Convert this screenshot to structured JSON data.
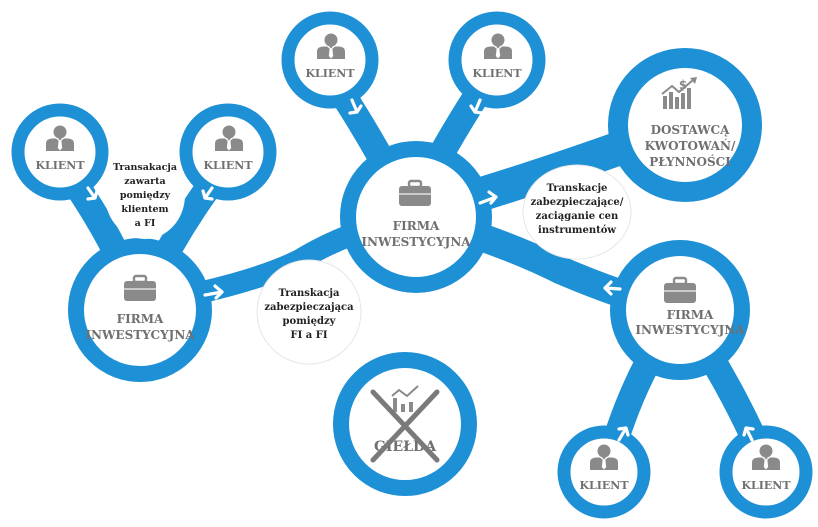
{
  "colors": {
    "accent": "#1e90d6",
    "icon_gray": "#8a8a8a",
    "label_gray": "#707070",
    "note_text": "#222222",
    "cross_gray": "#7a7a7a"
  },
  "nodes": {
    "client_label": "KLIENT",
    "firm_label_line1": "FIRMA",
    "firm_label_line2": "INWESTYCYJNA",
    "provider_line1": "DOSTAWCĄ",
    "provider_line2": "KWOTOWAŃ/",
    "provider_line3": "PŁYNNOŚCI",
    "exchange_label": "GIEŁDA"
  },
  "notes": {
    "client_fi": [
      "Transakacja",
      "zawarta",
      "pomiędzy",
      "klientem",
      "a FI"
    ],
    "fi_fi": [
      "Transkacja",
      "zabezpieczająca",
      "pomiędzy",
      "FI a FI"
    ],
    "hedging": [
      "Transkacje",
      "zabezpieczające/",
      "zaciąganie cen",
      "instrumentów"
    ]
  },
  "icons": {
    "client": "businessman-icon",
    "firm": "briefcase-icon",
    "provider": "growth-chart-dollar-icon",
    "exchange": "crossed-out-chart-icon"
  }
}
